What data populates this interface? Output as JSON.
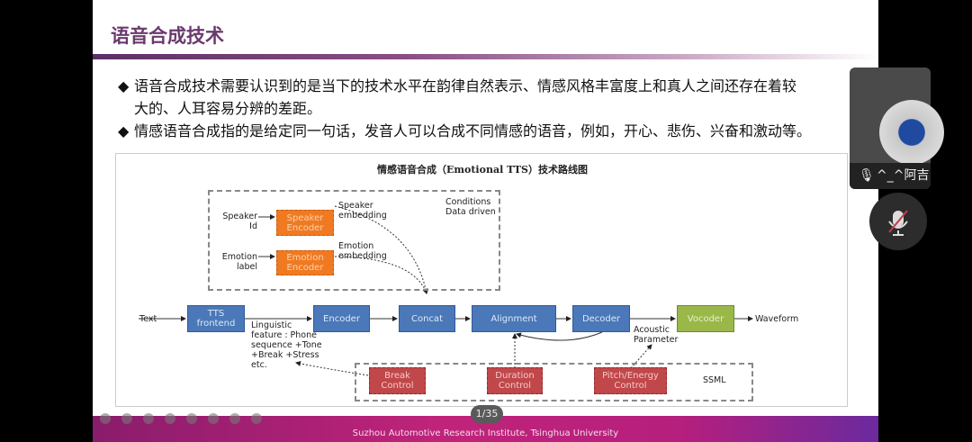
{
  "slide": {
    "title": "语音合成技术",
    "bullets": [
      "语音合成技术需要认识到的是当下的技术水平在韵律自然表示、情感风格丰富度上和真人之间还存在着较",
      "大的、人耳容易分辨的差距。",
      "情感语音合成指的是给定同一句话，发音人可以合成不同情感的语音，例如，开心、悲伤、兴奋和激动等。"
    ],
    "bullet_symbol": "◆",
    "diagram": {
      "title": "情感语音合成（Emotional TTS）技术路线图",
      "speaker_id": "Speaker Id",
      "speaker_encoder": "Speaker Encoder",
      "speaker_embedding": "Speaker embedding",
      "emotion_label": "Emotion label",
      "emotion_encoder": "Emotion Encoder",
      "emotion_embedding": "Emotion embedding",
      "conditions": "Conditions Data driven",
      "text": "Text",
      "tts_frontend": "TTS frontend",
      "encoder": "Encoder",
      "concat": "Concat",
      "alignment": "Alignment",
      "decoder": "Decoder",
      "vocoder": "Vocoder",
      "waveform": "Waveform",
      "linguistic": "Linguistic feature : Phone sequence +Tone +Break +Stress etc.",
      "acoustic": "Acoustic Parameter",
      "break_control": "Break Control",
      "duration_control": "Duration Control",
      "pitch_control": "Pitch/Energy Control",
      "ssml": "SSML"
    },
    "footer": "Suzhou Automotive Research Institute, Tsinghua University",
    "page_indicator": "1/35"
  },
  "participant": {
    "name": "^_^阿吉"
  }
}
